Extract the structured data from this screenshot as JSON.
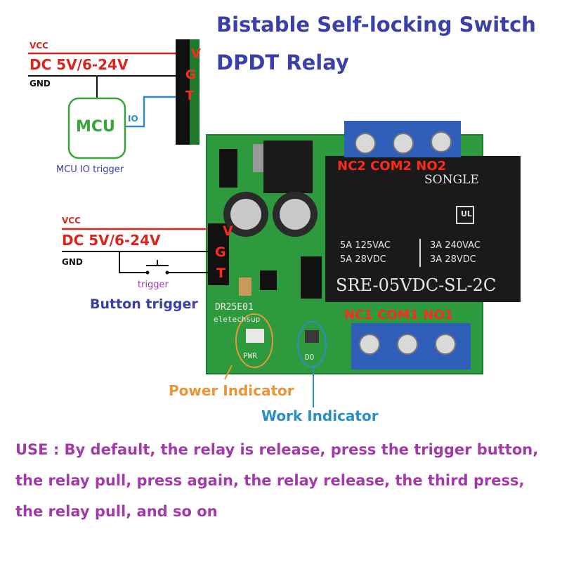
{
  "title": {
    "line1": "Bistable Self-locking Switch",
    "line2": "DPDT Relay"
  },
  "wiring_top": {
    "vcc": "VCC",
    "dc": "DC 5V/6-24V",
    "gnd": "GND",
    "mcu": "MCU",
    "io": "IO",
    "mcu_caption": "MCU IO trigger"
  },
  "wiring_mid": {
    "vcc": "VCC",
    "dc": "DC 5V/6-24V",
    "gnd": "GND",
    "trigger": "trigger",
    "button_caption": "Button trigger"
  },
  "terminal": {
    "v": "V",
    "g": "G",
    "t": "T"
  },
  "board": {
    "model": "DR25E01",
    "brand": "eletechsup",
    "pwr": "PWR",
    "do": "DO",
    "relay_brand": "SONGLE",
    "relay_ratings": [
      "5A  125VAC",
      "5A  28VDC",
      "3A  240VAC",
      "3A  28VDC"
    ],
    "relay_model": "SRE-05VDC-SL-2C",
    "ul_mark": "UL"
  },
  "pins_top": "NC2 COM2 NO2",
  "pins_bottom": "NC1 COM1 NO1",
  "indicators": {
    "power": "Power Indicator",
    "work": "Work Indicator"
  },
  "usage": {
    "line1": "USE : By default, the relay is release, press the trigger button,",
    "line2": "the relay pull, press again, the relay release, the third press,",
    "line3": "the relay pull, and so on"
  },
  "colors": {
    "title": "#3b3fa8",
    "red": "#d6271f",
    "green": "#3aa33a",
    "blue": "#2a8fc8",
    "usage": "#a23aa8",
    "pcb": "#2d9a3e",
    "relay": "#1a1a1a",
    "terminal_blue": "#2f5fb8",
    "power_orange": "#e8953a"
  }
}
